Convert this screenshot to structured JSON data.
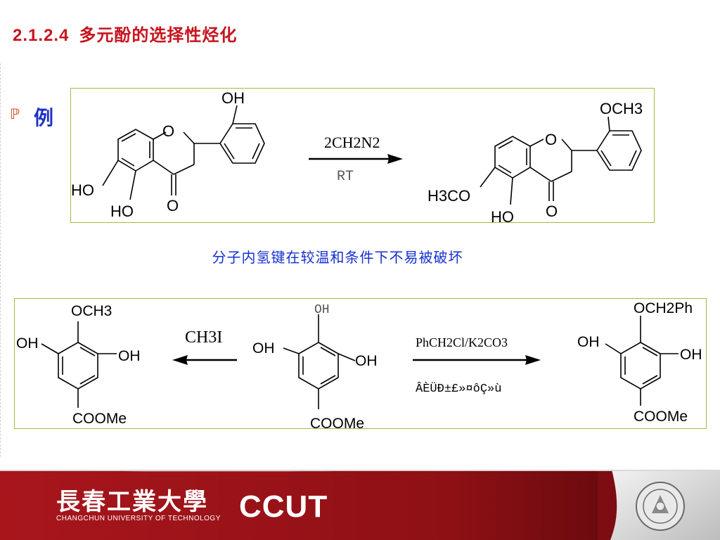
{
  "slide": {
    "section_number": "2.1.2.4",
    "section_title": "多元酚的选择性烃化",
    "example_label": "例",
    "bullet_glyph": "ℙ"
  },
  "reaction1": {
    "reagent": "2CH2N2",
    "condition": "RT",
    "note": "分子内氢键在较温和条件下不易被破坏",
    "reactant_labels": {
      "oh_top": "OH",
      "ring_o": "O",
      "ho_left": "HO",
      "ho_bottom": "HO",
      "carbonyl_o": "O"
    },
    "product_labels": {
      "och3_top": "OCH3",
      "ring_o": "O",
      "h3co": "H3CO",
      "ho_bottom": "HO",
      "carbonyl_o": "O"
    }
  },
  "reaction2": {
    "left_reagent": "CH3I",
    "right_reagent": "PhCH2Cl/K2CO3",
    "right_condition": "ÂÈÜÐ±£»¤ôÇ»ù",
    "left_product": {
      "top": "OCH3",
      "left": "OH",
      "right": "OH",
      "bottom": "COOMe"
    },
    "starting": {
      "top": "OH",
      "left": "OH",
      "right": "OH",
      "bottom": "COOMe"
    },
    "right_product": {
      "top": "OCH2Ph",
      "left": "OH",
      "right": "OH",
      "bottom": "COOMe"
    }
  },
  "footer": {
    "university_cn": "長春工業大學",
    "university_en": "CHANGCHUN UNIVERSITY OF TECHNOLOGY",
    "abbr": "CCUT"
  },
  "colors": {
    "title": "#c8141e",
    "example": "#1f31c7",
    "note": "#1530d0",
    "box_border": "#9fbf3a",
    "footer_red": "#a8161c"
  }
}
